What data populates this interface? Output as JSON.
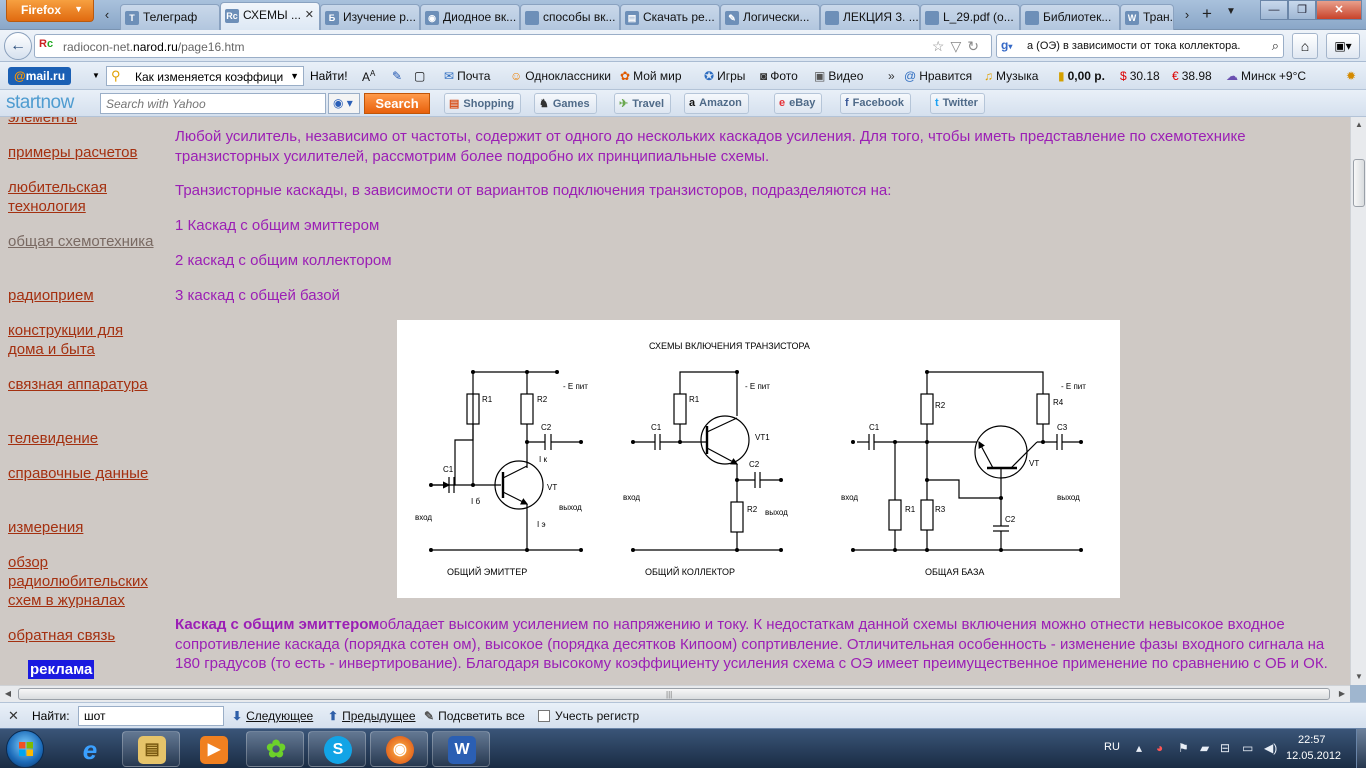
{
  "browser": {
    "menu_button": "Firefox",
    "tabs": [
      {
        "icon": "T",
        "title": "Телеграф"
      },
      {
        "icon": "Rc",
        "title": "СХЕМЫ ...",
        "active": true
      },
      {
        "icon": "Б",
        "title": "Изучение р..."
      },
      {
        "icon": "◉",
        "title": "Диодное вк..."
      },
      {
        "icon": "",
        "title": "способы вк..."
      },
      {
        "icon": "▤",
        "title": "Скачать ре..."
      },
      {
        "icon": "✎",
        "title": "Логически..."
      },
      {
        "icon": "",
        "title": "ЛЕКЦИЯ 3. ..."
      },
      {
        "icon": "",
        "title": "L_29.pdf (о..."
      },
      {
        "icon": "",
        "title": "Библиотек..."
      },
      {
        "icon": "W",
        "title": "Тран..."
      }
    ],
    "url_domain_prefix": "radiocon-net.",
    "url_domain": "narod.ru",
    "url_path": "/page16.htm",
    "search_query": "а (ОЭ) в зависимости от тока коллектора."
  },
  "mail_toolbar": {
    "logo_at": "@",
    "logo_text": "mail.ru",
    "search_value": "Как изменяется коэффици",
    "find_label": "Найти!",
    "items": [
      {
        "icon": "✉",
        "label": "Почта"
      },
      {
        "icon": "☺",
        "label": "Одноклассники"
      },
      {
        "icon": "✿",
        "label": "Мой мир"
      },
      {
        "icon": "✪",
        "label": "Игры"
      },
      {
        "icon": "◙",
        "label": "Фото"
      },
      {
        "icon": "▣",
        "label": "Видео"
      },
      {
        "icon": "»",
        "label": ""
      },
      {
        "icon": "@",
        "label": "Нравится"
      },
      {
        "icon": "♫",
        "label": "Музыка"
      },
      {
        "icon": "▮",
        "label": "0,00 р."
      },
      {
        "icon": "$",
        "label": "30.18"
      },
      {
        "icon": "€",
        "label": "38.98"
      },
      {
        "icon": "☁",
        "label": "Минск +9°C"
      }
    ]
  },
  "startnow_toolbar": {
    "logo": "startnow",
    "search_placeholder": "Search with Yahoo",
    "search_button": "Search",
    "items": [
      {
        "icon": "▤",
        "label": "Shopping"
      },
      {
        "icon": "♞",
        "label": "Games"
      },
      {
        "icon": "✈",
        "label": "Travel"
      },
      {
        "icon": "a",
        "label": "Amazon"
      },
      {
        "icon": "e",
        "label": "eBay"
      },
      {
        "icon": "f",
        "label": "Facebook"
      },
      {
        "icon": "t",
        "label": "Twitter"
      }
    ]
  },
  "sidebar": {
    "links": [
      {
        "label": "элементы",
        "visited": false
      },
      {
        "label": "примеры расчетов",
        "visited": false
      },
      {
        "label": "любительская технология",
        "visited": false
      },
      {
        "label": "общая схемотехника",
        "visited": true
      },
      {
        "label": "радиоприем",
        "visited": false
      },
      {
        "label": "конструкции для дома и быта",
        "visited": false
      },
      {
        "label": "связная аппаратура",
        "visited": false
      },
      {
        "label": "телевидение",
        "visited": false
      },
      {
        "label": "справочные данные",
        "visited": false
      },
      {
        "label": "измерения",
        "visited": false
      },
      {
        "label": "обзор радиолюбительских схем в журналах",
        "visited": false
      },
      {
        "label": "обратная связь",
        "visited": false
      }
    ],
    "ad_label": "реклама"
  },
  "content": {
    "intro": "Любой усилитель, независимо от частоты, содержит от одного до нескольких каскадов усиления. Для того, чтобы иметь представление по схемотехнике транзисторных усилителей, рассмотрим более подробно их принципиальные схемы.",
    "types_intro": "Транзисторные каскады, в зависимости от вариантов подключения транзисторов, подразделяются на:",
    "type1": "1 Каскад с общим эмиттером",
    "type2": "2 каскад с общим коллектором",
    "type3": "3 каскад с общей базой",
    "ce_title": "Каскад с общим эмиттером",
    "ce_text": "обладает высоким усилением по напряжению и току. К недостаткам данной схемы включения можно отнести невысокое входное сопротивление каскада (порядка сотен ом), высокое (порядка десятков Кипоом) сопртивление.  Отличительная особенность - изменение фазы входного сигнала на 180 градусов (то есть - инвертирование). Благодаря высокому коэффициенту усиления схема с ОЭ имеет преимущественное применение по сравнению с ОБ и ОК."
  },
  "diagram": {
    "title": "СХЕМЫ ВКЛЮЧЕНИЯ ТРАНЗИСТОРА",
    "ce": {
      "label": "ОБЩИЙ ЭМИТТЕР",
      "r1": "R1",
      "r2": "R2",
      "c1": "C1",
      "c2": "C2",
      "vt": "VT",
      "supply": "- Е пит",
      "in": "вход",
      "out": "выход",
      "ik": "I к",
      "ib": "I б",
      "ie": "I э"
    },
    "cc": {
      "label": "ОБЩИЙ КОЛЛЕКТОР",
      "r1": "R1",
      "r2": "R2",
      "c1": "C1",
      "c2": "C2",
      "vt": "VT1",
      "supply": "- Е пит",
      "in": "вход",
      "out": "выход"
    },
    "cb": {
      "label": "ОБЩАЯ БАЗА",
      "r1": "R1",
      "r2": "R2",
      "r3": "R3",
      "r4": "R4",
      "c1": "C1",
      "c2": "C2",
      "c3": "C3",
      "vt": "VT",
      "supply": "- Е пит",
      "in": "вход",
      "out": "выход"
    }
  },
  "findbar": {
    "label": "Найти:",
    "value": "шот",
    "next": "Следующее",
    "prev": "Предыдущее",
    "highlight": "Подсветить все",
    "match_case": "Учесть регистр"
  },
  "taskbar": {
    "apps": [
      "explorer",
      "ie",
      "media",
      "icq",
      "skype",
      "firefox",
      "word"
    ],
    "lang": "RU",
    "time": "22:57",
    "date": "12.05.2012"
  }
}
